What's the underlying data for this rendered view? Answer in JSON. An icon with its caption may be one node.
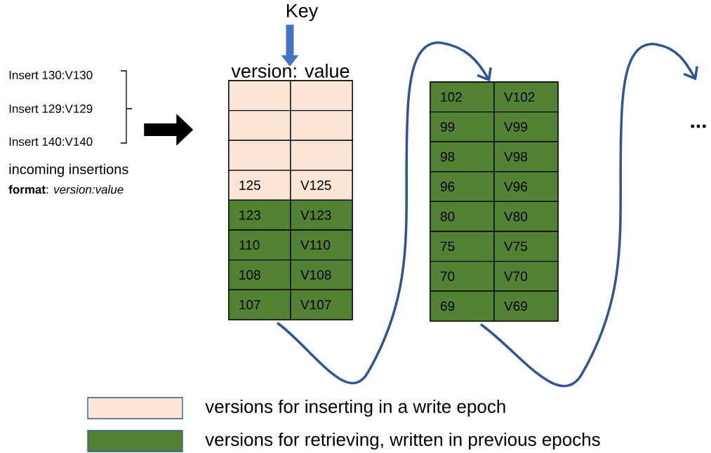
{
  "diagram": {
    "nodes": [
      {
        "text": [
          "Insert 130:V130",
          "Insert 129:V129",
          "Insert 140:V140",
          "incoming insertions",
          "**format**: *version:value*"
        ]
      },
      {
        "text": [
          "Key"
        ]
      },
      {
        "text": [
          "version: value"
        ]
      },
      {
        "text": [],
        "shape": "box",
        "in": 2
      },
      {
        "text": [],
        "shape": "box",
        "in": 2
      },
      {
        "text": [],
        "shape": "box",
        "in": 2
      },
      {
        "text": [],
        "shape": "box",
        "in": 2
      },
      {
        "text": [],
        "shape": "box",
        "in": 2
      },
      {
        "text": [],
        "shape": "box",
        "in": 2
      },
      {
        "text": [
          "125"
        ],
        "in": 2
      },
      {
        "text": [
          "V125"
        ],
        "in": 2
      },
      {
        "text": [
          "123"
        ],
        "in": 2
      },
      {
        "text": [
          "V123"
        ],
        "in": 2
      },
      {
        "text": [
          "110"
        ],
        "in": 2
      },
      {
        "text": [
          "V110"
        ],
        "in": 2
      },
      {
        "text": [
          "108"
        ],
        "in": 2
      },
      {
        "text": [
          "V108"
        ],
        "in": 2
      },
      {
        "text": [
          "107"
        ],
        "in": 2
      },
      {
        "text": [
          "V107"
        ],
        "in": 2
      },
      {
        "text": [],
        "shape": "box"
      },
      {
        "text": [
          "102"
        ],
        "in": 19
      },
      {
        "text": [
          "V102"
        ],
        "in": 19
      },
      {
        "text": [
          "99"
        ],
        "in": 19
      },
      {
        "text": [
          "V99"
        ],
        "in": 19
      },
      {
        "text": [
          "98"
        ],
        "in": 19
      },
      {
        "text": [
          "V98"
        ],
        "in": 19
      },
      {
        "text": [
          "96"
        ],
        "in": 19
      },
      {
        "text": [
          "V96"
        ],
        "in": 19
      },
      {
        "text": [
          "80"
        ],
        "in": 19
      },
      {
        "text": [
          "V80"
        ],
        "in": 19
      },
      {
        "text": [
          "75"
        ],
        "in": 19
      },
      {
        "text": [
          "V75"
        ],
        "in": 19
      },
      {
        "text": [
          "70"
        ],
        "in": 19
      },
      {
        "text": [
          "V70"
        ],
        "in": 19
      },
      {
        "text": [
          "69"
        ],
        "in": 19
      },
      {
        "text": [
          "V69"
        ],
        "in": 19
      },
      {
        "text": [
          "..."
        ]
      }
    ],
    "edges": [
      {
        "from": 0,
        "to": 2,
        "arrow": "to",
        "style": "thick",
        "color": "#000000"
      },
      {
        "from": 1,
        "to": 2,
        "arrow": "to",
        "style": "thick",
        "color": "#4472c4"
      },
      {
        "from": 2,
        "to": 19,
        "arrow": "to"
      },
      {
        "from": 19,
        "to": 36,
        "arrow": "to"
      }
    ],
    "legend": [
      {
        "text": "versions for inserting in a write epoch",
        "color": "#fbe5d6"
      },
      {
        "text": "versions for retrieving, written in previous epochs",
        "color": "#548235"
      }
    ]
  }
}
